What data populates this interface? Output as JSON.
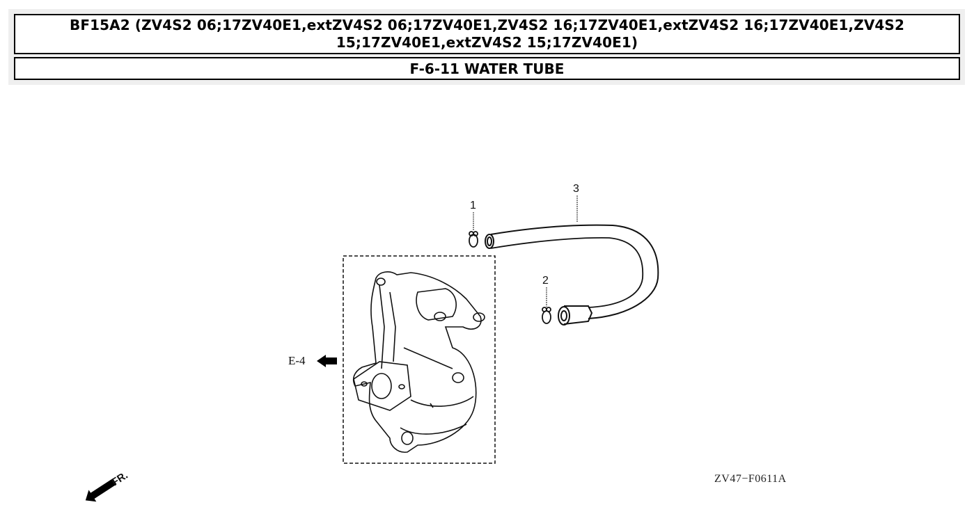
{
  "header": {
    "title": "BF15A2 (ZV4S2 06;17ZV40E1,extZV4S2 06;17ZV40E1,ZV4S2 16;17ZV40E1,extZV4S2 16;17ZV40E1,ZV4S2 15;17ZV40E1,extZV4S2 15;17ZV40E1)",
    "subtitle": "F-6-11 WATER TUBE"
  },
  "diagram": {
    "callouts": [
      {
        "id": "1",
        "label": "1",
        "part": "clip"
      },
      {
        "id": "2",
        "label": "2",
        "part": "clip"
      },
      {
        "id": "3",
        "label": "3",
        "part": "water-tube"
      }
    ],
    "reference_label": "E-4",
    "front_marker": "FR.",
    "figure_code": "ZV47−F0611A"
  }
}
